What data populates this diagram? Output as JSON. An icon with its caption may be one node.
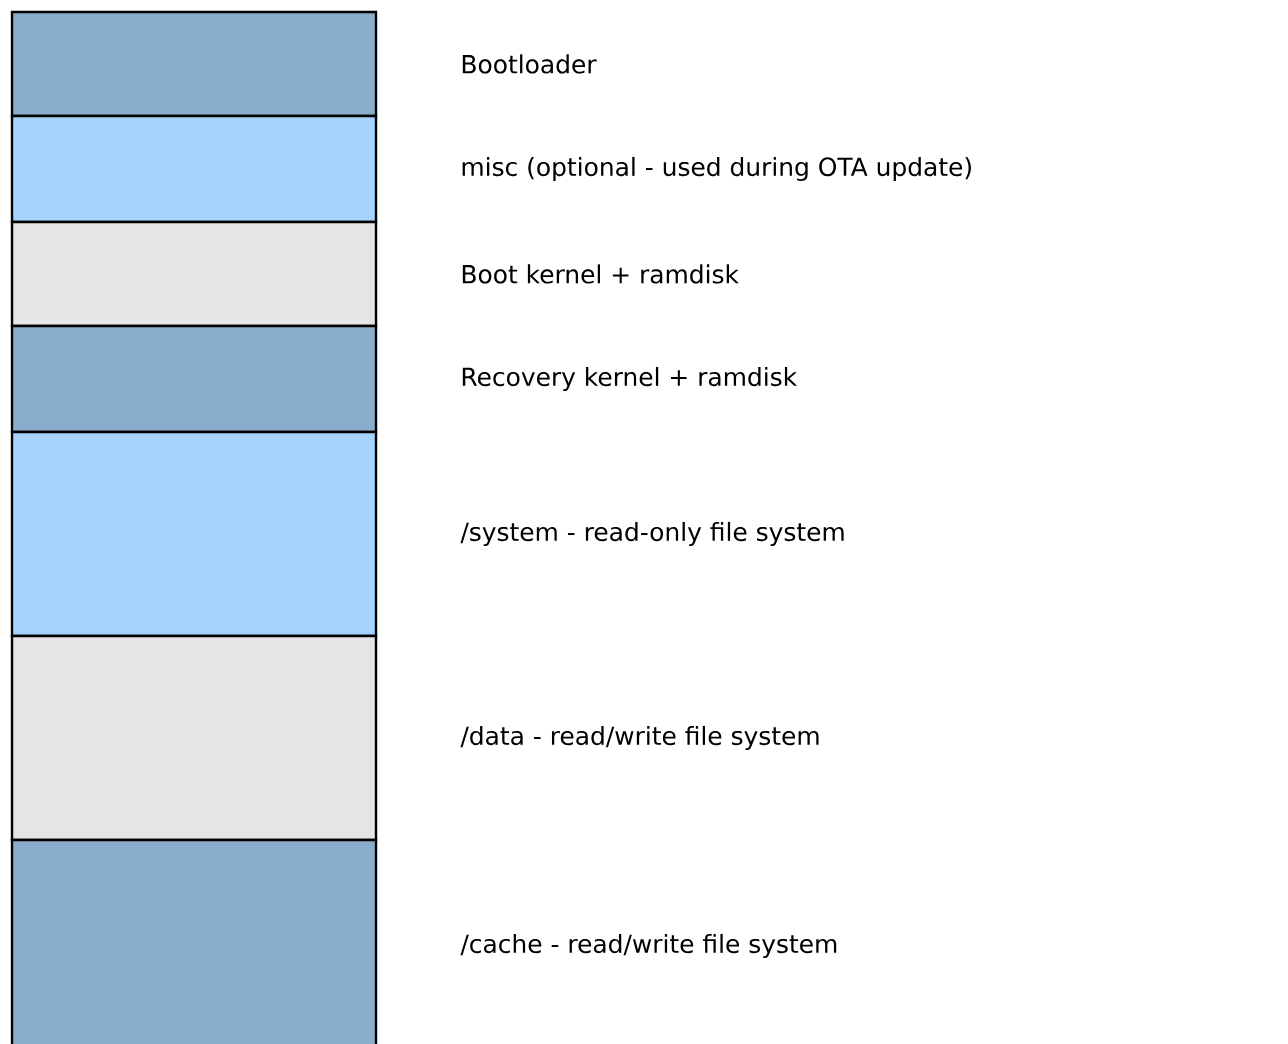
{
  "diagram": {
    "nodes": [
      {
        "text": [],
        "shape": "bar",
        "beside": [
          "Bootloader"
        ]
      },
      {
        "text": [],
        "shape": "bar",
        "beside": [
          "misc (optional - used during OTA update)"
        ]
      },
      {
        "text": [],
        "shape": "bar",
        "beside": [
          "Boot kernel + ramdisk"
        ]
      },
      {
        "text": [],
        "shape": "bar",
        "beside": [
          "Recovery kernel + ramdisk"
        ]
      },
      {
        "text": [],
        "shape": "bar",
        "beside": [
          "/system - read-only file system"
        ]
      },
      {
        "text": [],
        "shape": "bar",
        "beside": [
          "/data - read/write file system"
        ]
      },
      {
        "text": [],
        "shape": "bar",
        "beside": [
          "/cache - read/write file system"
        ]
      }
    ]
  }
}
